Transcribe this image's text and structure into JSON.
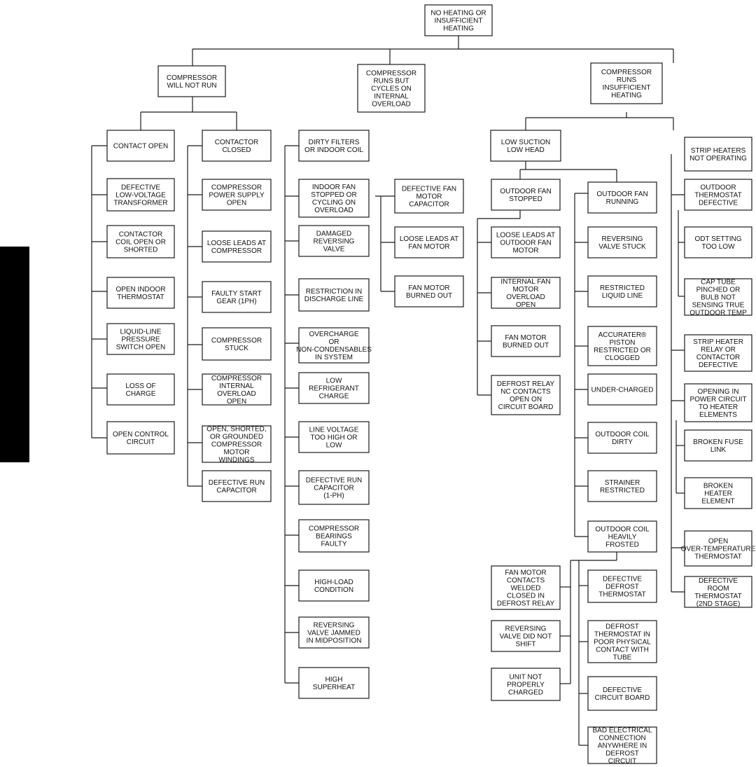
{
  "diagram": {
    "root": "NO HEATING OR INSUFFICIENT HEATING",
    "col1": {
      "head": "COMPRESSOR WILL NOT RUN",
      "open": "CONTACT OPEN",
      "open_items": [
        "DEFECTIVE LOW-VOLTAGE TRANSFORMER",
        "CONTACTOR COIL OPEN OR SHORTED",
        "OPEN INDOOR THERMOSTAT",
        "LIQUID-LINE PRESSURE SWITCH OPEN",
        "LOSS OF CHARGE",
        "OPEN CONTROL CIRCUIT"
      ],
      "closed": "CONTACTOR CLOSED",
      "closed_items": [
        "COMPRESSOR POWER SUPPLY OPEN",
        "LOOSE LEADS AT COMPRESSOR",
        "FAULTY START GEAR (1PH)",
        "COMPRESSOR STUCK",
        "COMPRESSOR INTERNAL OVERLOAD OPEN",
        "OPEN, SHORTED, OR GROUNDED COMPRESSOR MOTOR WINDINGS",
        "DEFECTIVE RUN CAPACITOR"
      ]
    },
    "col2": {
      "head": "COMPRESSOR RUNS BUT CYCLES ON INTERNAL OVERLOAD",
      "items": [
        "DIRTY FILTERS OR INDOOR COIL",
        "INDOOR FAN STOPPED OR CYCLING ON OVERLOAD",
        "DAMAGED REVERSING VALVE",
        "RESTRICTION IN DISCHARGE LINE",
        "OVERCHARGE OR NON-CONDENSABLES IN SYSTEM",
        "LOW REFRIGERANT CHARGE",
        "LINE VOLTAGE TOO HIGH OR LOW",
        "DEFECTIVE RUN CAPACITOR (1-PH)",
        "COMPRESSOR BEARINGS FAULTY",
        "HIGH-LOAD CONDITION",
        "REVERSING VALVE JAMMED IN MIDPOSITION",
        "HIGH SUPERHEAT"
      ],
      "fan_items": [
        "DEFECTIVE FAN MOTOR CAPACITOR",
        "LOOSE LEADS AT FAN MOTOR",
        "FAN MOTOR BURNED OUT"
      ]
    },
    "col3": {
      "head": "COMPRESSOR RUNS INSUFFICIENT HEATING",
      "low": "LOW SUCTION LOW HEAD",
      "fan_stopped": "OUTDOOR FAN STOPPED",
      "fan_stopped_items": [
        "LOOSE LEADS AT OUTDOOR FAN MOTOR",
        "INTERNAL FAN MOTOR OVERLOAD OPEN",
        "FAN MOTOR BURNED OUT",
        "DEFROST RELAY NC CONTACTS OPEN ON CIRCUIT BOARD"
      ],
      "fan_running": "OUTDOOR FAN RUNNING",
      "fan_running_items": [
        "REVERSING VALVE STUCK",
        "RESTRICTED LIQUID LINE",
        "ACCURATER® PISTON RESTRICTED OR CLOGGED",
        "UNDER-CHARGED",
        "OUTDOOR COIL DIRTY",
        "STRAINER RESTRICTED",
        "OUTDOOR COIL HEAVILY FROSTED"
      ],
      "frost_left": [
        "FAN MOTOR CONTACTS WELDED CLOSED IN DEFROST RELAY",
        "REVERSING VALVE DID NOT SHIFT",
        "UNIT NOT PROPERLY CHARGED"
      ],
      "frost_right": [
        "DEFECTIVE DEFROST THERMOSTAT",
        "DEFROST THERMOSTAT IN POOR PHYSICAL CONTACT WITH TUBE",
        "DEFECTIVE CIRCUIT BOARD",
        "BAD ELECTRICAL CONNECTION ANYWHERE IN DEFROST CIRCUIT"
      ],
      "strip": "STRIP HEATERS NOT OPERATING",
      "strip_items": [
        "OUTDOOR THERMOSTAT DEFECTIVE",
        "STRIP HEATER RELAY OR CONTACTOR DEFECTIVE",
        "OPENING IN POWER CIRCUIT TO HEATER ELEMENTS",
        "OPEN OVER-TEMPERATURE THERMOSTAT",
        "DEFECTIVE ROOM THERMOSTAT (2ND STAGE)"
      ],
      "odt_items": [
        "ODT SETTING TOO LOW",
        "CAP TUBE PINCHED OR BULB NOT SENSING TRUE OUTDOOR TEMP"
      ],
      "power_items": [
        "BROKEN FUSE LINK",
        "BROKEN HEATER ELEMENT"
      ]
    }
  }
}
